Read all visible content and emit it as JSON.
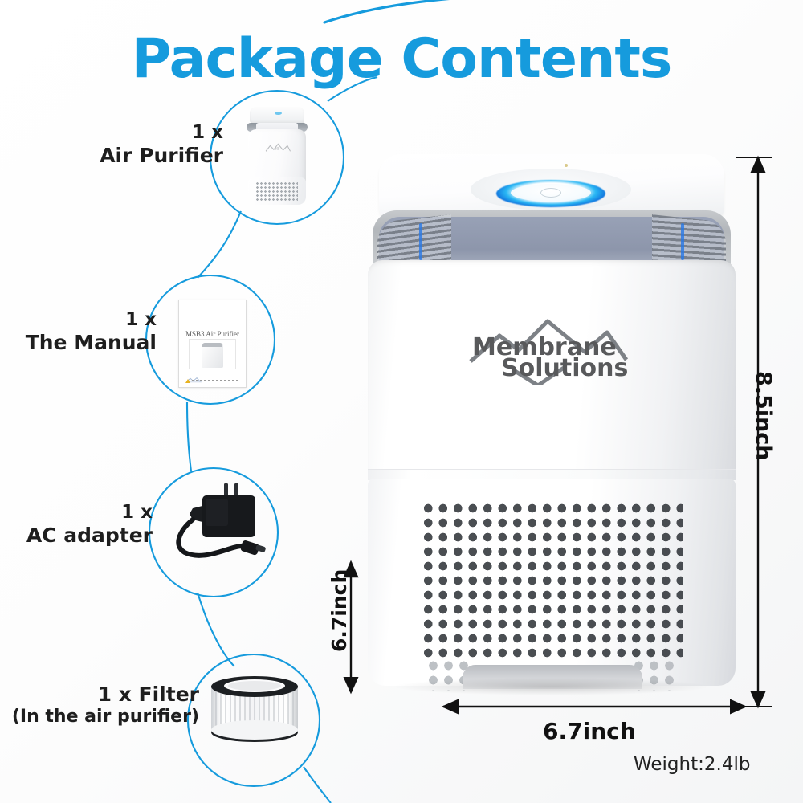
{
  "header": {
    "title": "Package Contents",
    "title_color": "#169BDD"
  },
  "accent_color": "#169BDD",
  "items": [
    {
      "id": "air-purifier",
      "qty_line": "1 x",
      "name_line": "Air Purifier",
      "thumb": "air-purifier-thumbnail"
    },
    {
      "id": "manual",
      "qty_line": "1 x",
      "name_line": "The Manual",
      "thumb": "manual-thumbnail",
      "manual_cover_title": "MSB3 Air Purifier"
    },
    {
      "id": "ac-adapter",
      "qty_line": "1 x",
      "name_line": "AC adapter",
      "thumb": "ac-adapter-thumbnail"
    },
    {
      "id": "filter",
      "qty_line": "1 x Filter",
      "name_line": "(In the air purifier)",
      "thumb": "filter-thumbnail"
    }
  ],
  "product": {
    "brand_line_1": "Membrane",
    "brand_line_2": "Solutions"
  },
  "dimensions": {
    "height": "8.5inch",
    "depth": "6.7inch",
    "width": "6.7inch",
    "weight": "Weight:2.4lb"
  }
}
